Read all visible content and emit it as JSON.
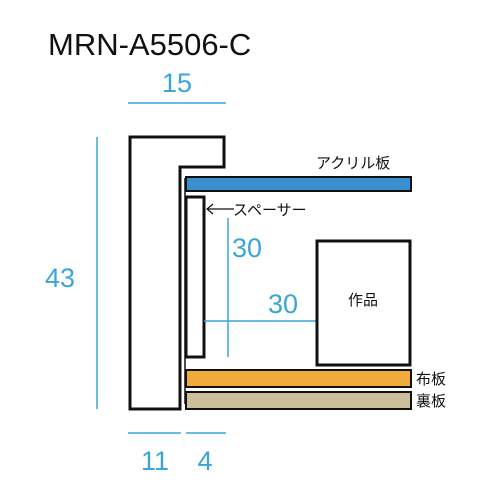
{
  "title": "MRN-A5506-C",
  "dimensions": {
    "top_width": "15",
    "height": "43",
    "spacer_height": "30",
    "artwork_offset": "30",
    "bottom_left": "11",
    "bottom_right": "4"
  },
  "labels": {
    "acrylic": "アクリル板",
    "spacer": "スペーサー",
    "artwork": "作品",
    "cloth_board": "布板",
    "back_board": "裏板"
  },
  "colors": {
    "dimension": "#3aa6d8",
    "acrylic": "#3a8fd1",
    "cloth_board": "#f2ab3a",
    "back_board": "#cdbf9b",
    "outline": "#111111"
  }
}
